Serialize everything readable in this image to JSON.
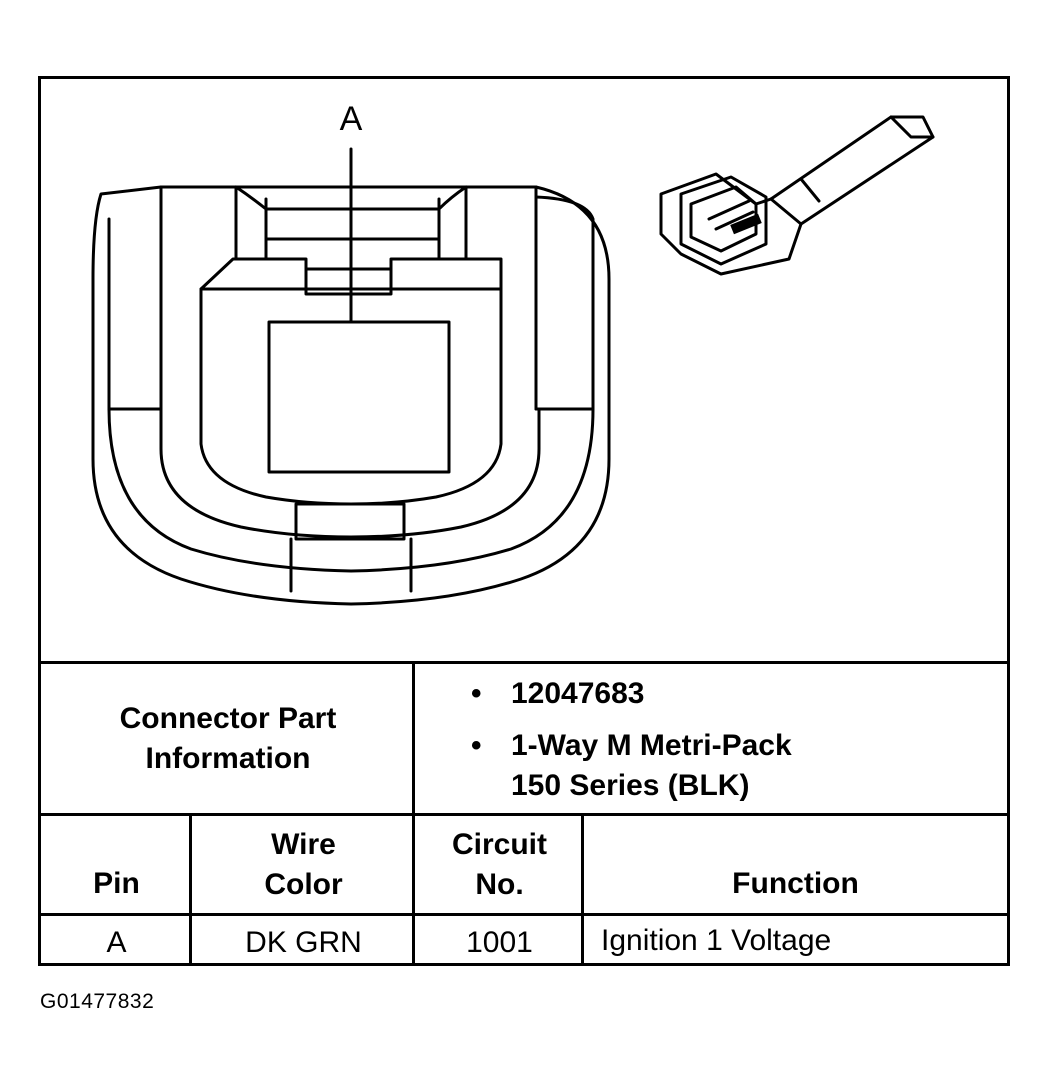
{
  "diagram": {
    "callout_label": "A"
  },
  "connector_info": {
    "label_line1": "Connector Part",
    "label_line2": "Information",
    "bullets": [
      {
        "bullet": "•",
        "lines": [
          "12047683"
        ]
      },
      {
        "bullet": "•",
        "lines": [
          "1-Way M Metri-Pack",
          "150 Series (BLK)"
        ]
      }
    ]
  },
  "table": {
    "headers": {
      "pin": "Pin",
      "wire_color_line1": "Wire",
      "wire_color_line2": "Color",
      "circuit_line1": "Circuit",
      "circuit_line2": "No.",
      "function": "Function"
    },
    "rows": [
      {
        "pin": "A",
        "wire_color": "DK GRN",
        "circuit": "1001",
        "function": "Ignition 1 Voltage"
      }
    ]
  },
  "figure_id": "G01477832"
}
